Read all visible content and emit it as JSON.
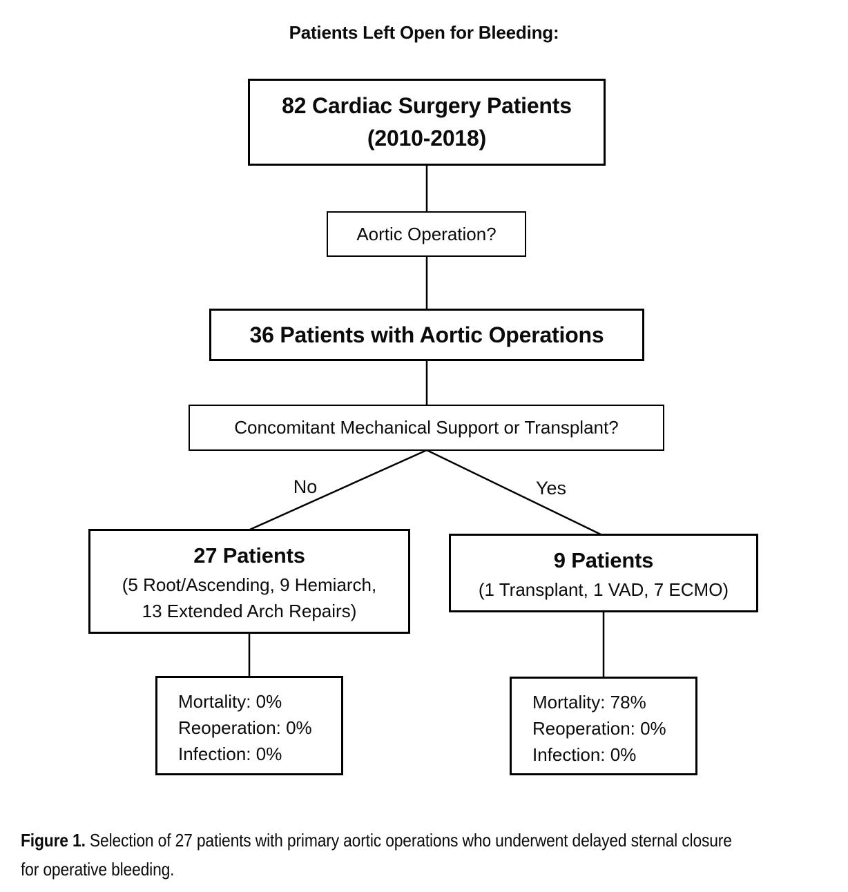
{
  "figure": {
    "title": "Patients Left Open for Bleeding:",
    "flowchart": {
      "cohort_box": {
        "line1": "82 Cardiac Surgery Patients",
        "line2": "(2010-2018)"
      },
      "question1_box": {
        "text": "Aortic Operation?"
      },
      "aortic_box": {
        "text": "36 Patients with Aortic Operations"
      },
      "question2_box": {
        "text": "Concomitant Mechanical Support or Transplant?"
      },
      "branch_labels": {
        "no": "No",
        "yes": "Yes"
      },
      "no_branch_box": {
        "title": "27 Patients",
        "detail_line1": "(5 Root/Ascending, 9 Hemiarch,",
        "detail_line2": "13 Extended Arch Repairs)"
      },
      "yes_branch_box": {
        "title": "9 Patients",
        "detail_line1": "(1 Transplant, 1 VAD, 7 ECMO)"
      },
      "no_outcome_box": {
        "line1": "Mortality: 0%",
        "line2": "Reoperation: 0%",
        "line3": "Infection: 0%"
      },
      "yes_outcome_box": {
        "line1": "Mortality: 78%",
        "line2": "Reoperation: 0%",
        "line3": "Infection: 0%"
      }
    },
    "caption": {
      "label": "Figure 1.",
      "line1": "Selection of 27 patients with primary aortic operations who underwent delayed sternal closure",
      "line2": "for operative bleeding."
    },
    "colors": {
      "ink": "#0b0b0b",
      "border": "#000000",
      "background": "#ffffff"
    }
  }
}
